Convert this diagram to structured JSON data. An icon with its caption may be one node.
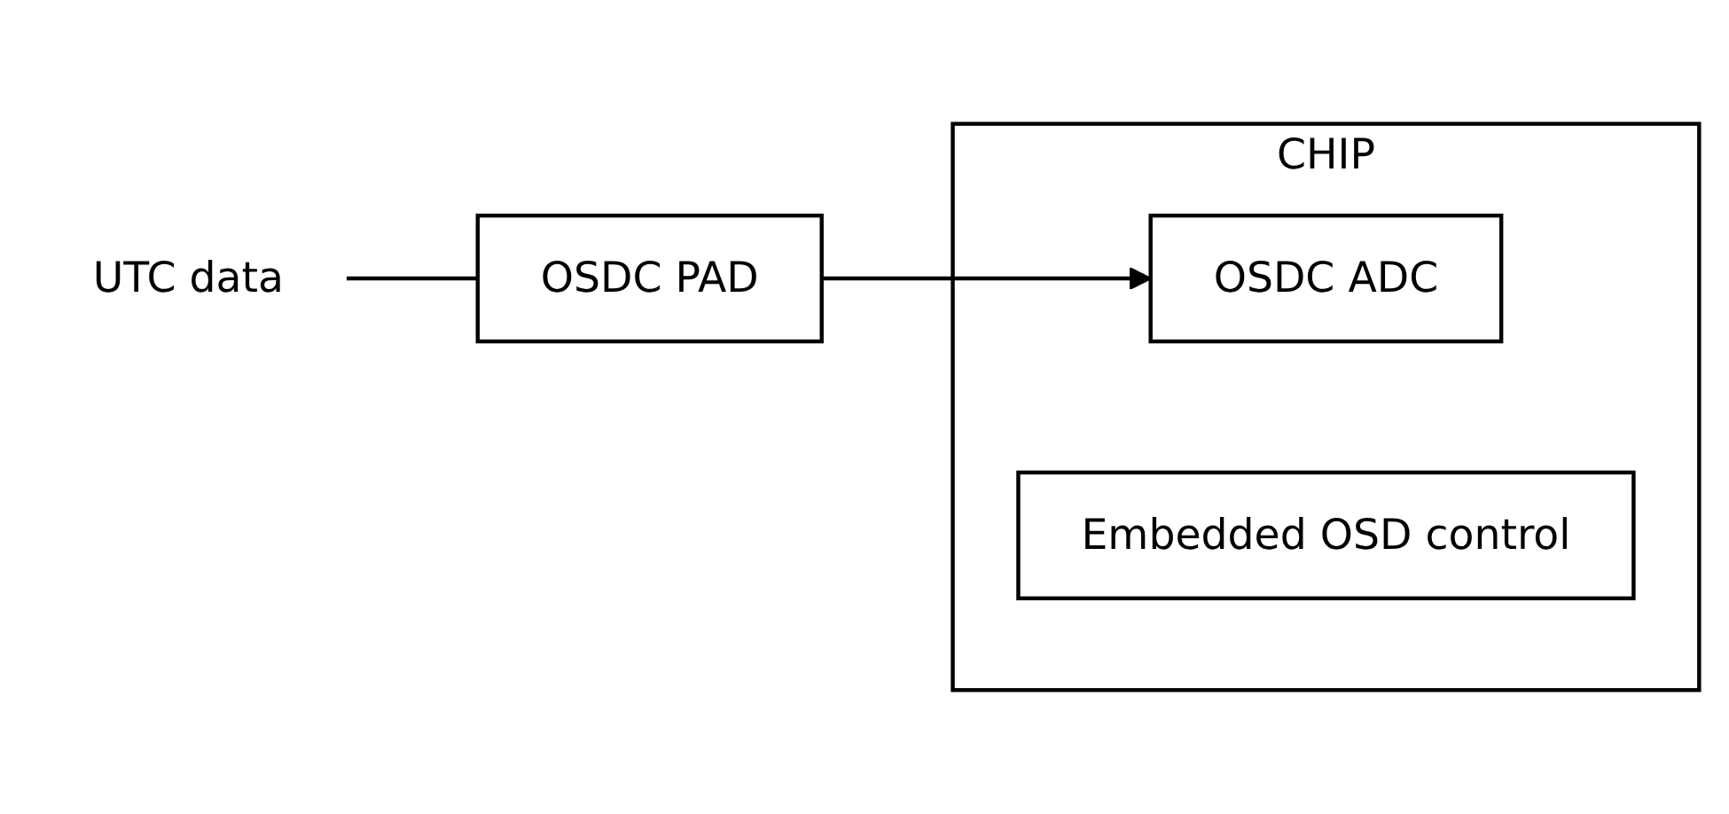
{
  "diagram": {
    "nodes": [
      {
        "text": [
          "CHIP"
        ]
      },
      {
        "text": [
          "UTC data"
        ]
      },
      {
        "text": [
          "OSDC PAD"
        ]
      },
      {
        "text": [
          "OSDC ADC"
        ],
        "in": 0
      },
      {
        "text": [
          "Embedded OSD control"
        ],
        "in": 0
      }
    ],
    "edges": [
      {
        "from": 1,
        "to": 2,
        "arrow": "none"
      },
      {
        "from": 2,
        "to": 3,
        "arrow": "to"
      }
    ]
  }
}
